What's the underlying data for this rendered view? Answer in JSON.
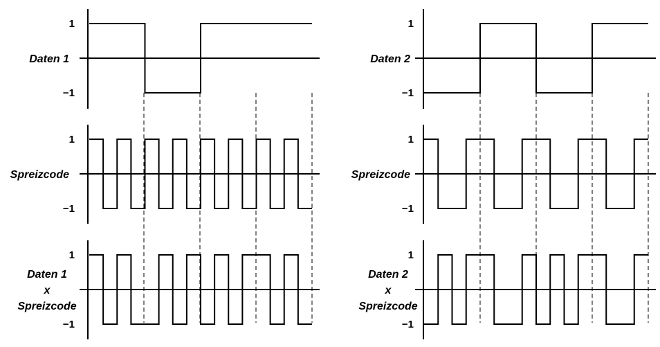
{
  "panels": [
    {
      "name": "left",
      "rows": [
        {
          "label_lines": [
            "Daten 1"
          ],
          "high": "1",
          "low": "−1",
          "bits": [
            1,
            1,
            -1,
            -1,
            1,
            1,
            1,
            1
          ]
        },
        {
          "label_lines": [
            "Spreizcode"
          ],
          "high": "1",
          "low": "−1",
          "bits": [
            1,
            -1,
            1,
            -1,
            1,
            -1,
            1,
            -1,
            1,
            -1,
            1,
            -1,
            1,
            -1,
            1,
            -1
          ]
        },
        {
          "label_lines": [
            "Daten 1",
            "x",
            "Spreizcode"
          ],
          "high": "1",
          "low": "−1",
          "bits": [
            1,
            -1,
            1,
            -1,
            -1,
            1,
            -1,
            1,
            -1,
            1,
            -1,
            1,
            1,
            -1,
            1,
            -1
          ]
        }
      ]
    },
    {
      "name": "right",
      "rows": [
        {
          "label_lines": [
            "Daten 2"
          ],
          "high": "1",
          "low": "−1",
          "bits": [
            -1,
            -1,
            1,
            1,
            -1,
            -1,
            1,
            1
          ]
        },
        {
          "label_lines": [
            "Spreizcode"
          ],
          "high": "1",
          "low": "−1",
          "bits": [
            1,
            -1,
            -1,
            1,
            1,
            -1,
            -1,
            1,
            1,
            -1,
            -1,
            1,
            1,
            -1,
            -1,
            1
          ]
        },
        {
          "label_lines": [
            "Daten 2",
            "x",
            "Spreizcode"
          ],
          "high": "1",
          "low": "−1",
          "bits": [
            -1,
            1,
            -1,
            1,
            1,
            -1,
            -1,
            1,
            -1,
            1,
            -1,
            1,
            1,
            -1,
            -1,
            1
          ]
        }
      ]
    }
  ]
}
